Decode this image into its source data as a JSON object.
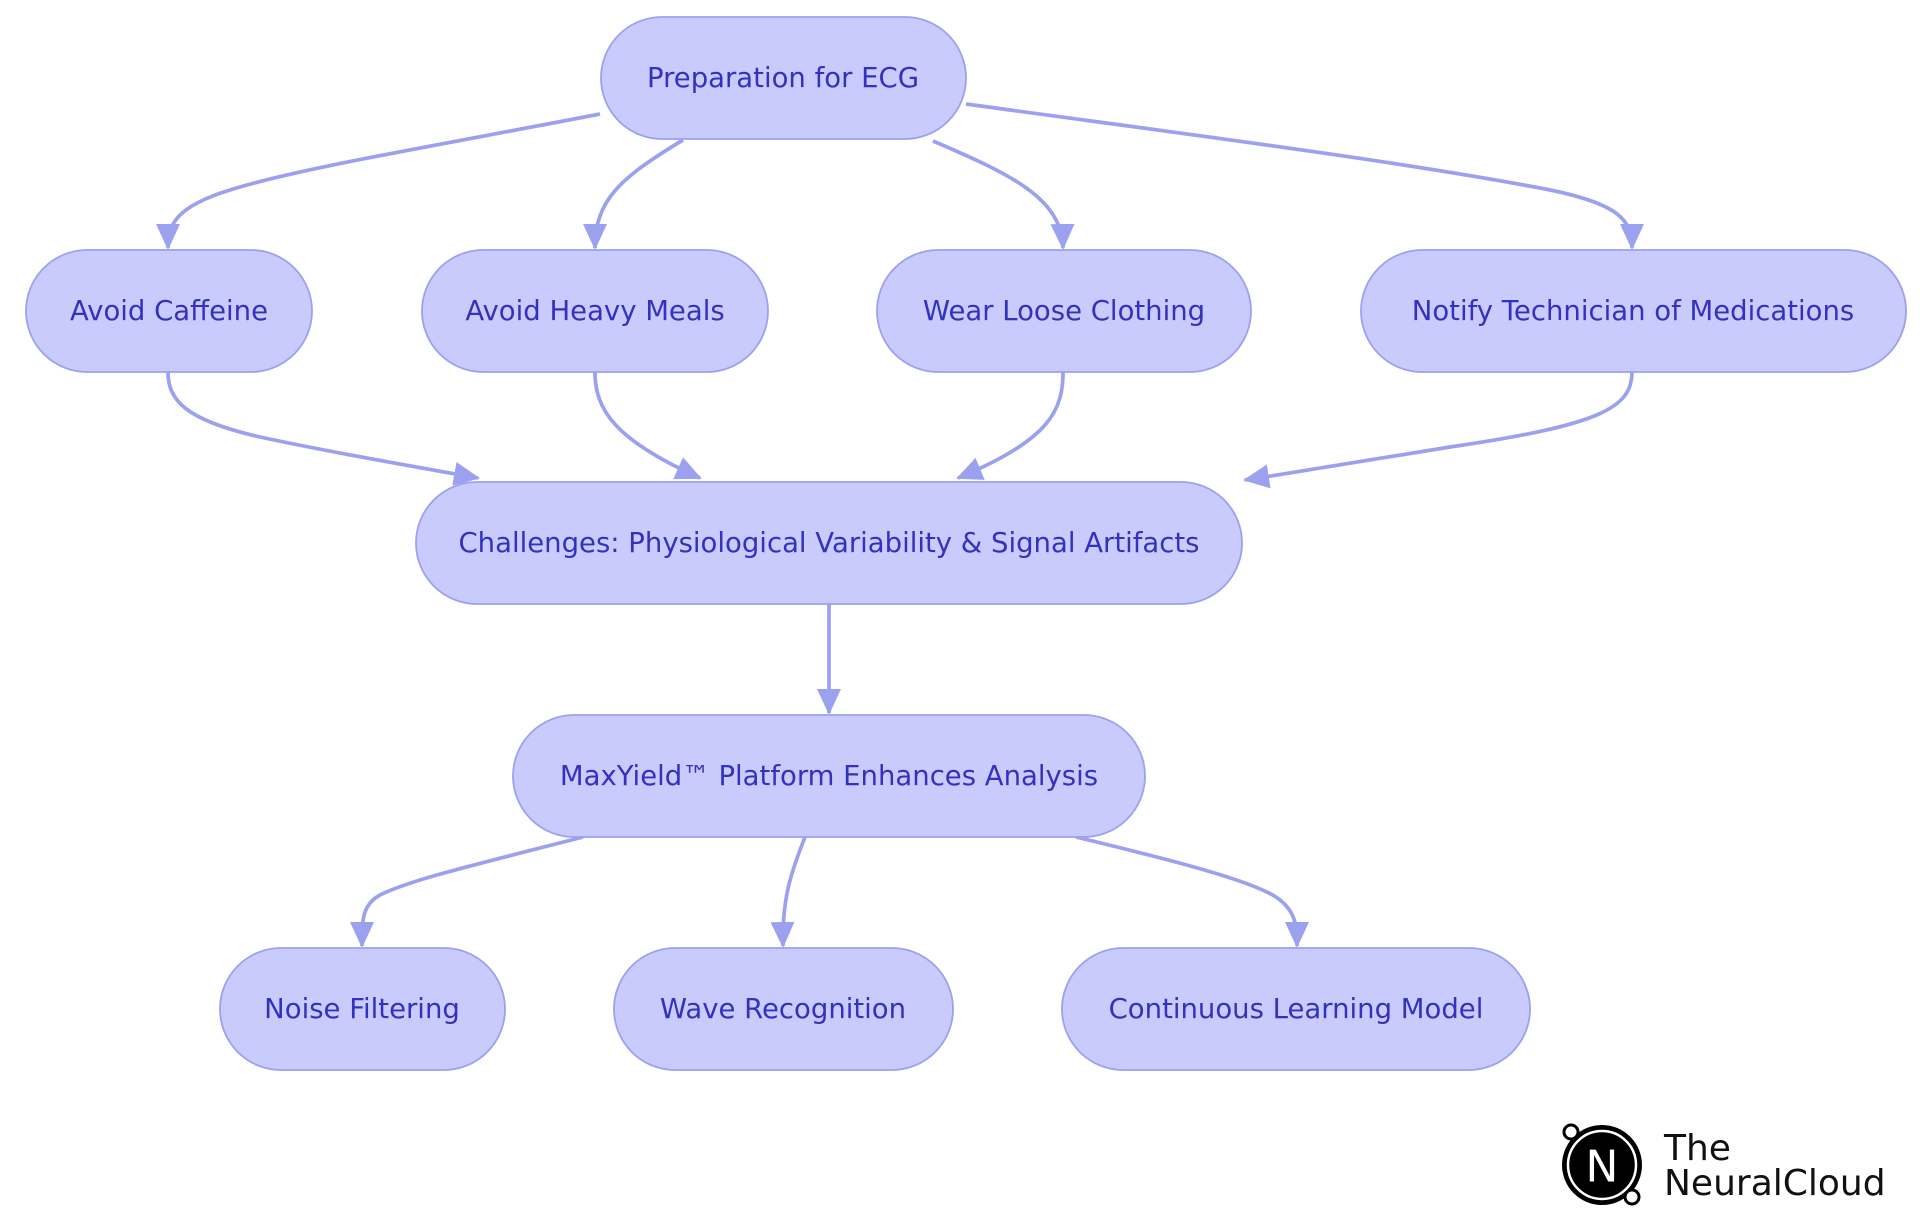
{
  "diagram": {
    "title": "",
    "nodes": [
      {
        "id": "prep",
        "label": "Preparation for ECG"
      },
      {
        "id": "caffeine",
        "label": "Avoid Caffeine"
      },
      {
        "id": "meals",
        "label": "Avoid Heavy Meals"
      },
      {
        "id": "clothing",
        "label": "Wear Loose Clothing"
      },
      {
        "id": "medications",
        "label": "Notify Technician of Medications"
      },
      {
        "id": "challenges",
        "label": "Challenges: Physiological Variability & Signal Artifacts"
      },
      {
        "id": "maxyield",
        "label": "MaxYield™ Platform Enhances Analysis"
      },
      {
        "id": "noise",
        "label": "Noise Filtering"
      },
      {
        "id": "wave",
        "label": "Wave Recognition"
      },
      {
        "id": "learning",
        "label": "Continuous Learning Model"
      }
    ],
    "edges": [
      {
        "from": "prep",
        "to": "caffeine"
      },
      {
        "from": "prep",
        "to": "meals"
      },
      {
        "from": "prep",
        "to": "clothing"
      },
      {
        "from": "prep",
        "to": "medications"
      },
      {
        "from": "caffeine",
        "to": "challenges"
      },
      {
        "from": "meals",
        "to": "challenges"
      },
      {
        "from": "clothing",
        "to": "challenges"
      },
      {
        "from": "medications",
        "to": "challenges"
      },
      {
        "from": "challenges",
        "to": "maxyield"
      },
      {
        "from": "maxyield",
        "to": "noise"
      },
      {
        "from": "maxyield",
        "to": "wave"
      },
      {
        "from": "maxyield",
        "to": "learning"
      }
    ],
    "colors": {
      "node_fill": "#c9cbfc",
      "node_stroke": "#9ba1ee",
      "edge": "#9ba1ee",
      "text": "#3232bd"
    }
  },
  "logo": {
    "line1": "The",
    "line2": "NeuralCloud",
    "mark": "N"
  }
}
